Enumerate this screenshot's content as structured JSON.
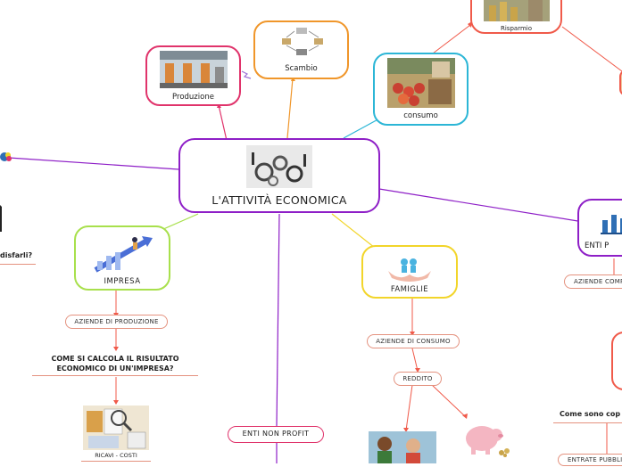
{
  "central": {
    "title": "L'ATTIVITÀ ECONOMICA"
  },
  "nodes": {
    "produzione": "Produzione",
    "scambio": "Scambio",
    "consumo": "consumo",
    "risparmio": "Risparmio",
    "impresa": "IMPRESA",
    "famiglie": "FAMIGLIE",
    "enti_pubblici": "ENTI P",
    "enti_non_profit": "ENTI NON PROFIT"
  },
  "subtopics": {
    "aziende_produzione": "AZIENDE DI PRODUZIONE",
    "come_si_calcola": "COME SI CALCOLA IL RISULTATO ECONOMICO DI UN'IMPRESA?",
    "ricavi_costi": "RICAVI - COSTI",
    "aziende_consumo": "AZIENDE DI CONSUMO",
    "reddito": "REDDITO",
    "aziende_comp": "AZIENDE COMP",
    "come_sono_cop": "Come sono cop",
    "entrate_pubbli": "ENTRATE PUBBLI",
    "soddisfarli": "disfarli?"
  },
  "colors": {
    "purple": "#8e1fc7",
    "pink": "#e0336b",
    "orange": "#f0962a",
    "cyan": "#2cb6d6",
    "green": "#a8e04c",
    "yellow": "#f2d52a",
    "red": "#f05a4a",
    "salmon": "#e4927f",
    "blue": "#2f6fb5"
  }
}
